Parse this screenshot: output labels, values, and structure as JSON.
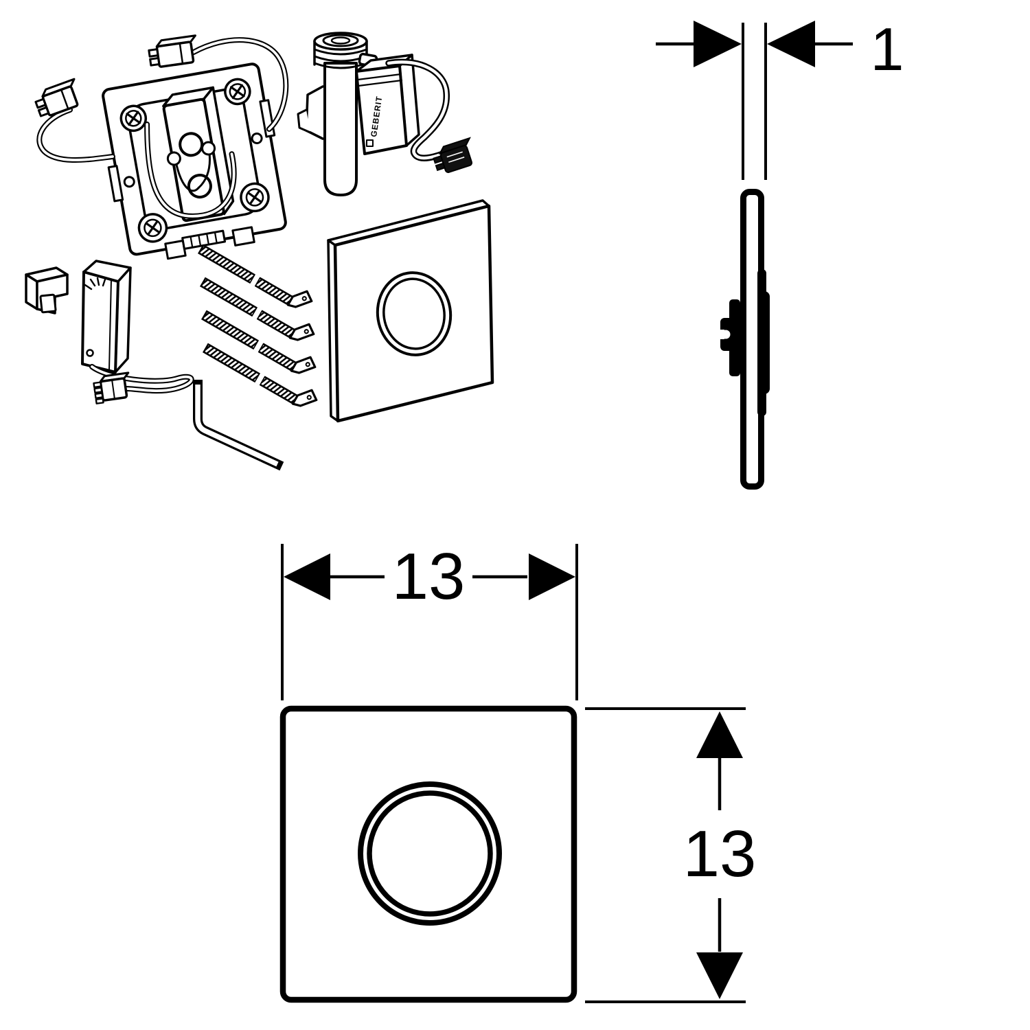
{
  "colors": {
    "line": "#000000",
    "background": "#ffffff",
    "connector_dark": "#111111"
  },
  "exploded_view": {
    "brand_label": "GEBERIT",
    "parts": [
      "mounting-frame",
      "cable-with-connector-top",
      "cable-with-connector-left",
      "solenoid-valve",
      "retaining-clip",
      "power-supply-unit",
      "fixing-bolt-1",
      "fixing-bolt-2",
      "fixing-bolt-3",
      "fixing-bolt-4",
      "allen-key",
      "flush-plate-3d"
    ]
  },
  "side_view": {
    "thickness_label": "1"
  },
  "front_view": {
    "width_label": "13",
    "height_label": "13"
  }
}
